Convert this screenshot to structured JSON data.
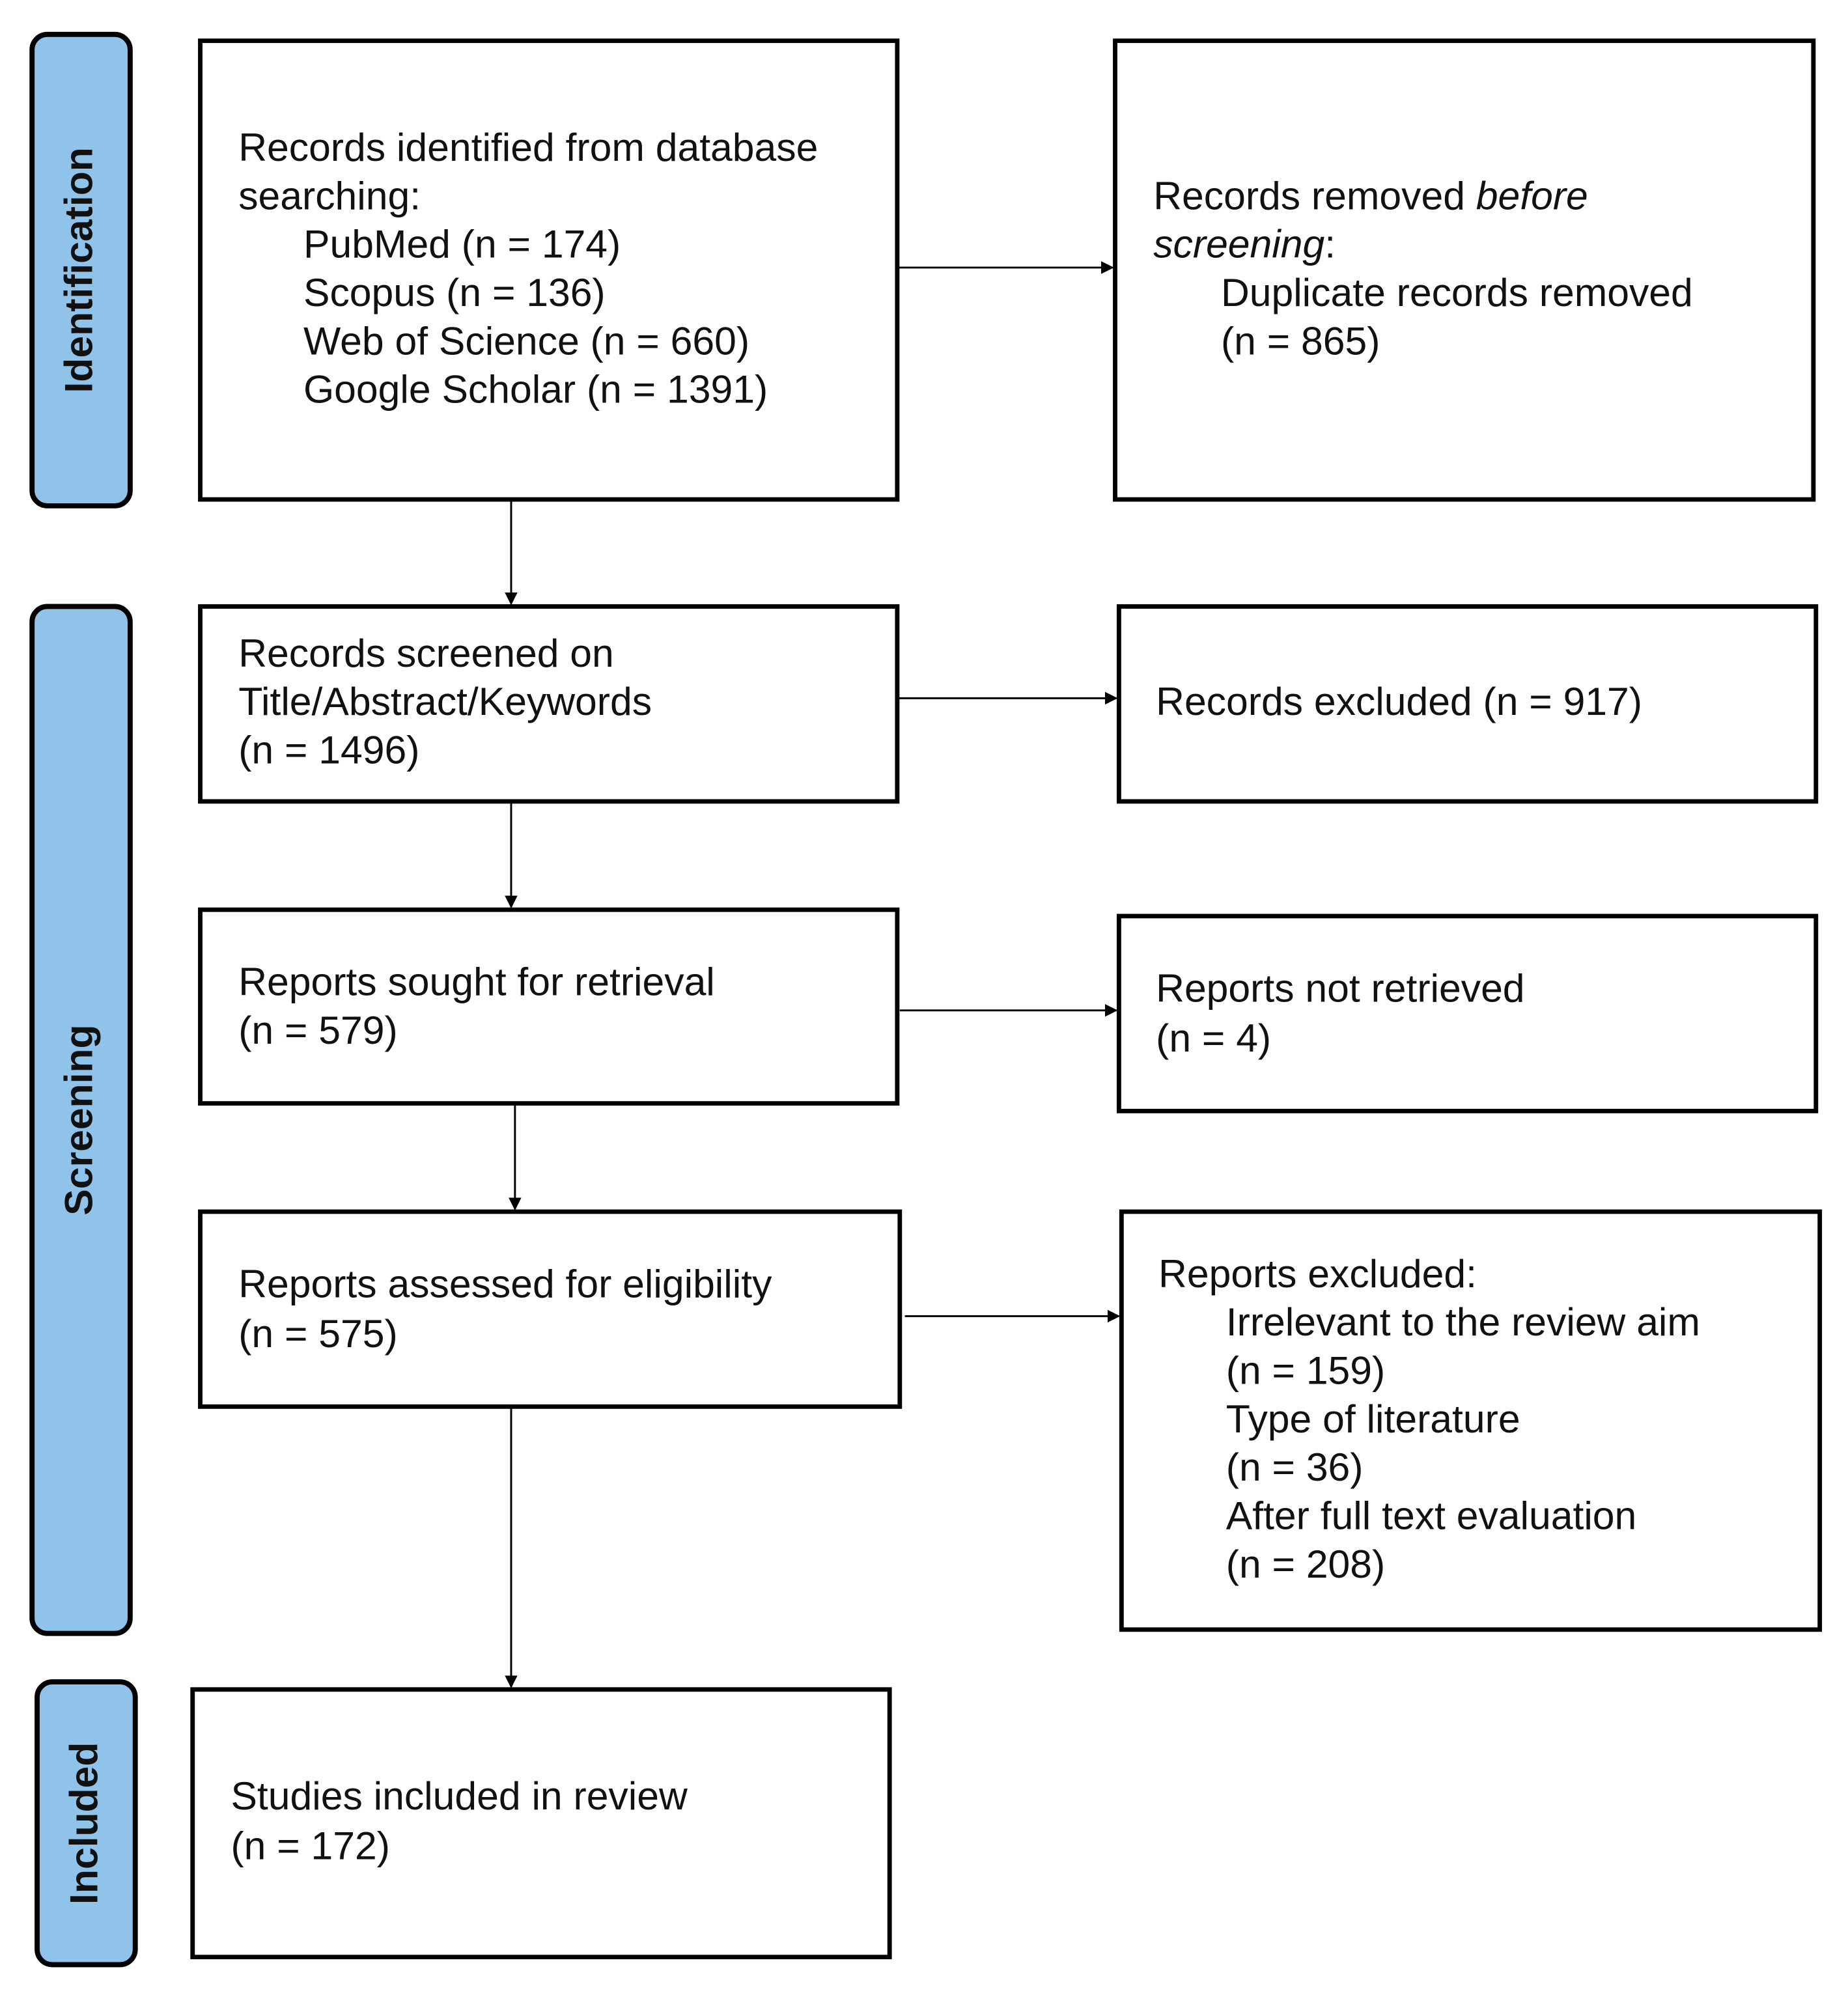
{
  "colors": {
    "stage_fill": "#8fc3ea",
    "border": "#000000"
  },
  "stages": {
    "identification": "Identification",
    "screening": "Screening",
    "included": "Included"
  },
  "identified": {
    "line1": "Records identified from database",
    "line2": "searching:",
    "sources": [
      "PubMed (n = 174)",
      "Scopus (n = 136)",
      "Web of Science (n = 660)",
      "Google Scholar (n = 1391)"
    ]
  },
  "removed": {
    "prefix": "Records removed ",
    "italic1": "before",
    "italic2": "screening",
    "suffix": ":",
    "item": "Duplicate records removed",
    "count": "(n = 865)"
  },
  "screened": {
    "line1": "Records screened on",
    "line2": "Title/Abstract/Keywords",
    "count": "(n = 1496)"
  },
  "excluded_records": {
    "line1": "Records excluded (n = 917)"
  },
  "sought": {
    "line1": "Reports sought for retrieval",
    "count": "(n = 579)"
  },
  "not_retrieved": {
    "line1": "Reports not retrieved",
    "count": "(n = 4)"
  },
  "assessed": {
    "line1": "Reports assessed for eligibility",
    "count": "(n = 575)"
  },
  "reports_excluded": {
    "title": "Reports excluded:",
    "items": [
      "Irrelevant to the review aim",
      "(n = 159)",
      "Type of literature",
      "(n = 36)",
      "After full text evaluation",
      "(n = 208)"
    ]
  },
  "included": {
    "line1": "Studies included in review",
    "count": "(n = 172)"
  }
}
